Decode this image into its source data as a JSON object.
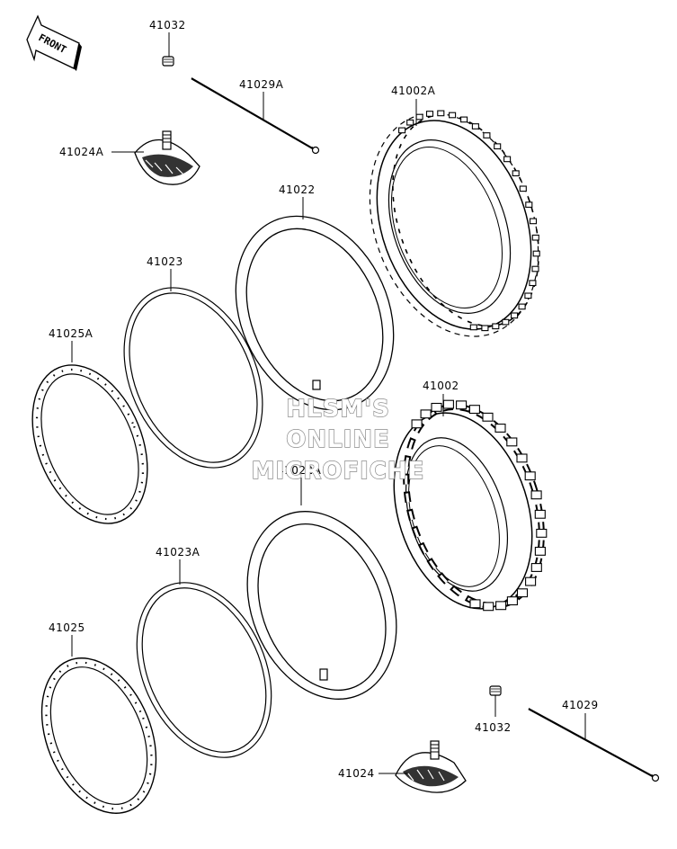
{
  "front_label": "FRONT",
  "parts": {
    "p41032_top": "41032",
    "p41029A": "41029A",
    "p41002A": "41002A",
    "p41024A": "41024A",
    "p41022": "41022",
    "p41023": "41023",
    "p41025A": "41025A",
    "p41002": "41002",
    "p41022A": "41022A",
    "p41023A": "41023A",
    "p41025": "41025",
    "p41029": "41029",
    "p41032_bottom": "41032",
    "p41024": "41024"
  },
  "watermark": {
    "line1": "HLSM'S",
    "line2": "ONLINE",
    "line3": "MICROFICHE"
  }
}
